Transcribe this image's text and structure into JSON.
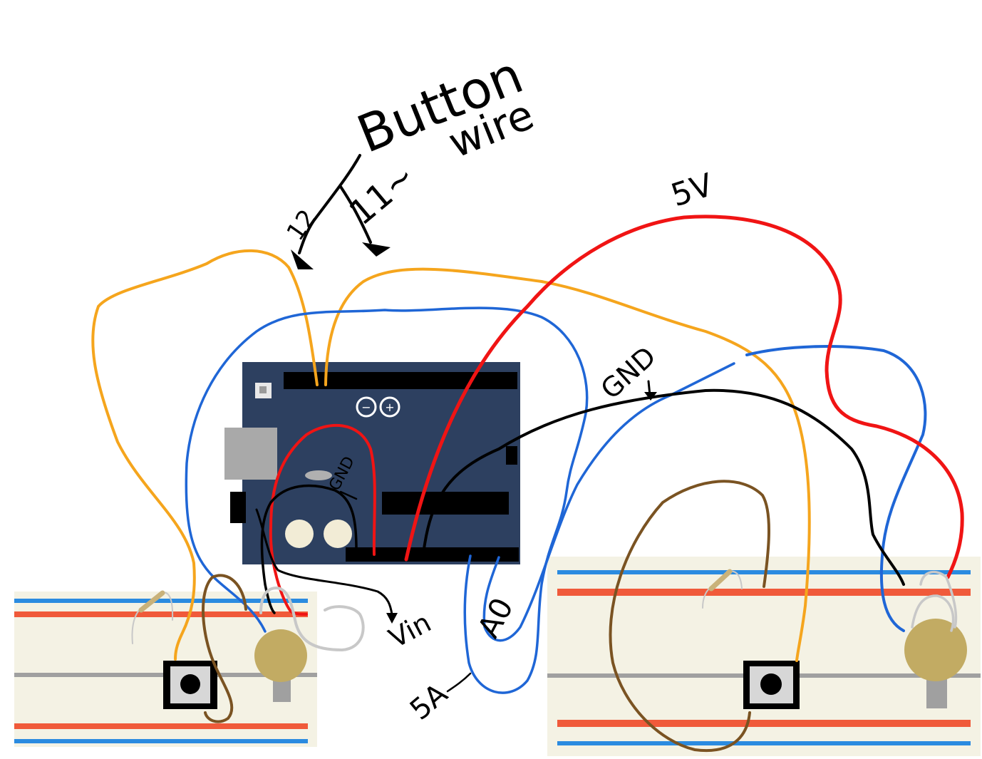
{
  "colors": {
    "board": "#2d4060",
    "header": "#000000",
    "usb": "#a9a9a9",
    "breadboard": "#f4f2e4",
    "rail_blue": "#2b8be0",
    "rail_red": "#f05a3a",
    "rail_gray": "#a0a0a0",
    "wire_orange": "#f5a51d",
    "wire_blue": "#1f66d6",
    "wire_red": "#f01414",
    "wire_black": "#000000",
    "wire_brown": "#7a5322",
    "wire_gray": "#c8c8c8",
    "pot": "#c2ab63"
  },
  "labels": {
    "button": "Button",
    "wire": "wire",
    "pin12": "12",
    "pin11": "11~",
    "five_v": "5V",
    "gnd_right": "GND",
    "gnd_left": "GND",
    "vin": "Vin",
    "a0": "A0",
    "a5": "5A",
    "logo_minus": "−",
    "logo_plus": "+"
  }
}
